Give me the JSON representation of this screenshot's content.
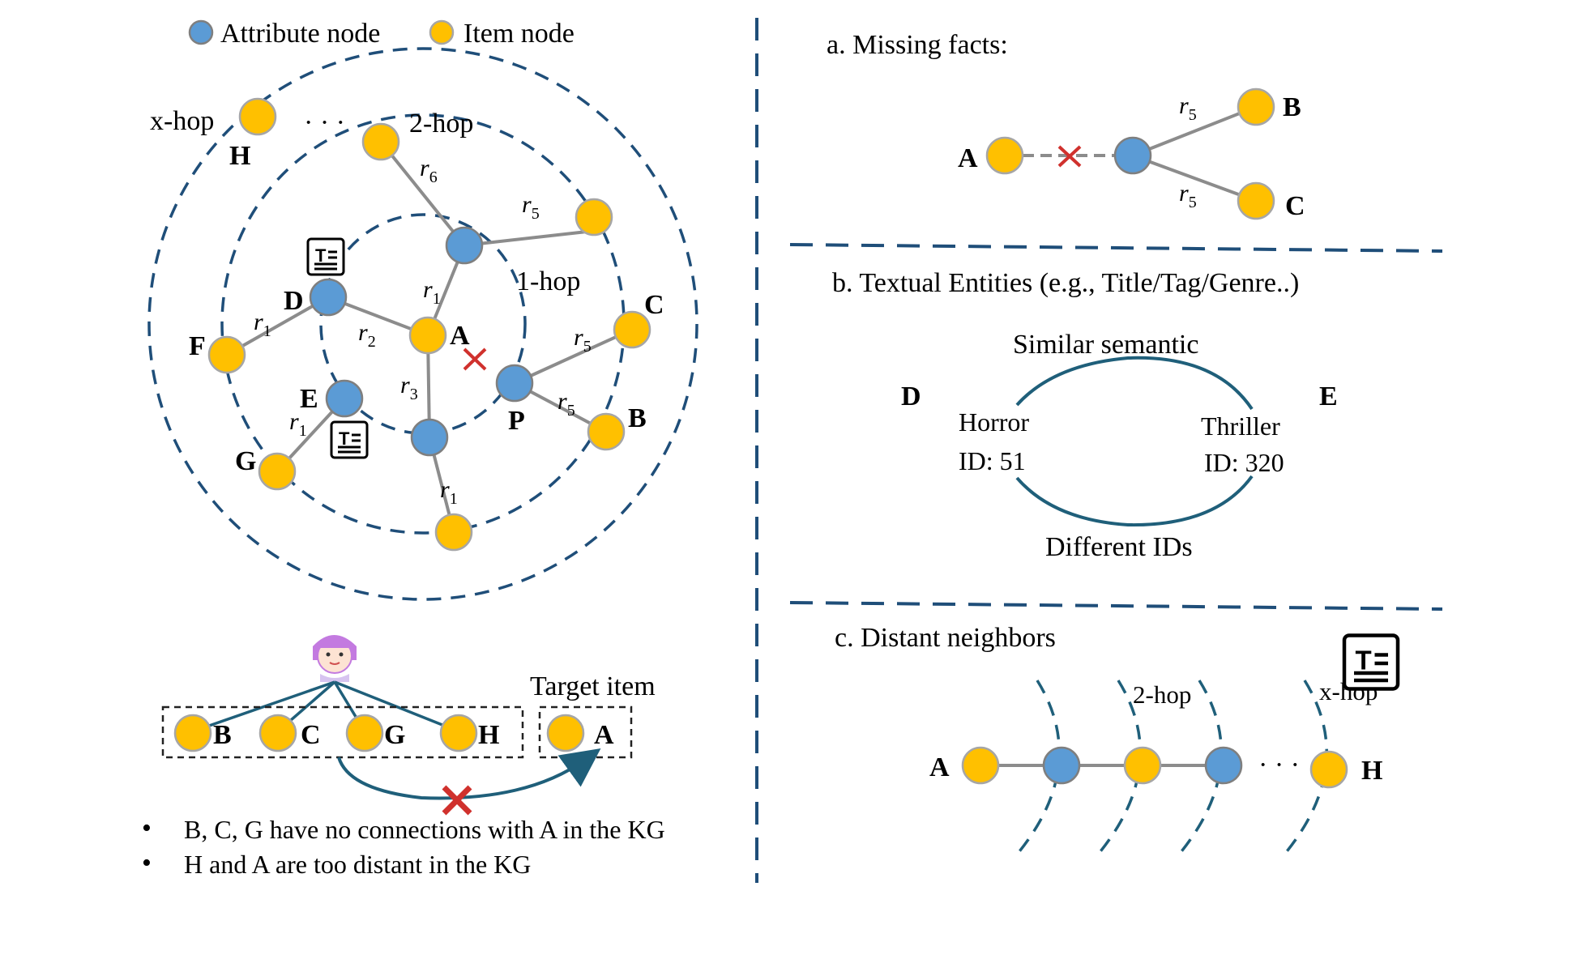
{
  "legend": {
    "attribute_label": "Attribute node",
    "item_label": "Item node",
    "attribute_color": "#5b9bd5",
    "item_color": "#ffc000"
  },
  "left_graph": {
    "hop_labels": [
      "x-hop",
      "2-hop",
      "1-hop"
    ],
    "ellipsis": "· · ·",
    "node_labels": [
      "H",
      "D",
      "F",
      "A",
      "C",
      "E",
      "P",
      "B",
      "G"
    ],
    "relations": [
      "r6",
      "r5",
      "r1",
      "r1",
      "r2",
      "r5",
      "r3",
      "r5",
      "r1",
      "r1"
    ]
  },
  "bottom_left": {
    "group_items": [
      "B",
      "C",
      "G",
      "H"
    ],
    "target_title": "Target item",
    "target_item": "A",
    "bullets": [
      "B, C, G have no connections with A in the KG",
      "H and A are too distant in the KG"
    ],
    "user_icon": "user-avatar-icon"
  },
  "panel_a": {
    "title": "a. Missing facts:",
    "nodes": [
      "A",
      "B",
      "C"
    ],
    "relations": [
      "r5",
      "r5"
    ]
  },
  "panel_b": {
    "title": "b. Textual Entities (e.g., Title/Tag/Genre..)",
    "top_caption": "Similar semantic",
    "bottom_caption": "Different IDs",
    "left_entity": {
      "name": "D",
      "genre": "Horror",
      "id": "ID: 51"
    },
    "right_entity": {
      "name": "E",
      "genre": "Thriller",
      "id": "ID: 320"
    },
    "entity_icon": "text-document-icon"
  },
  "panel_c": {
    "title": "c. Distant neighbors",
    "hop_labels": [
      "2-hop",
      "x-hop"
    ],
    "nodes": [
      "A",
      "H"
    ],
    "ellipsis": "· · ·"
  }
}
